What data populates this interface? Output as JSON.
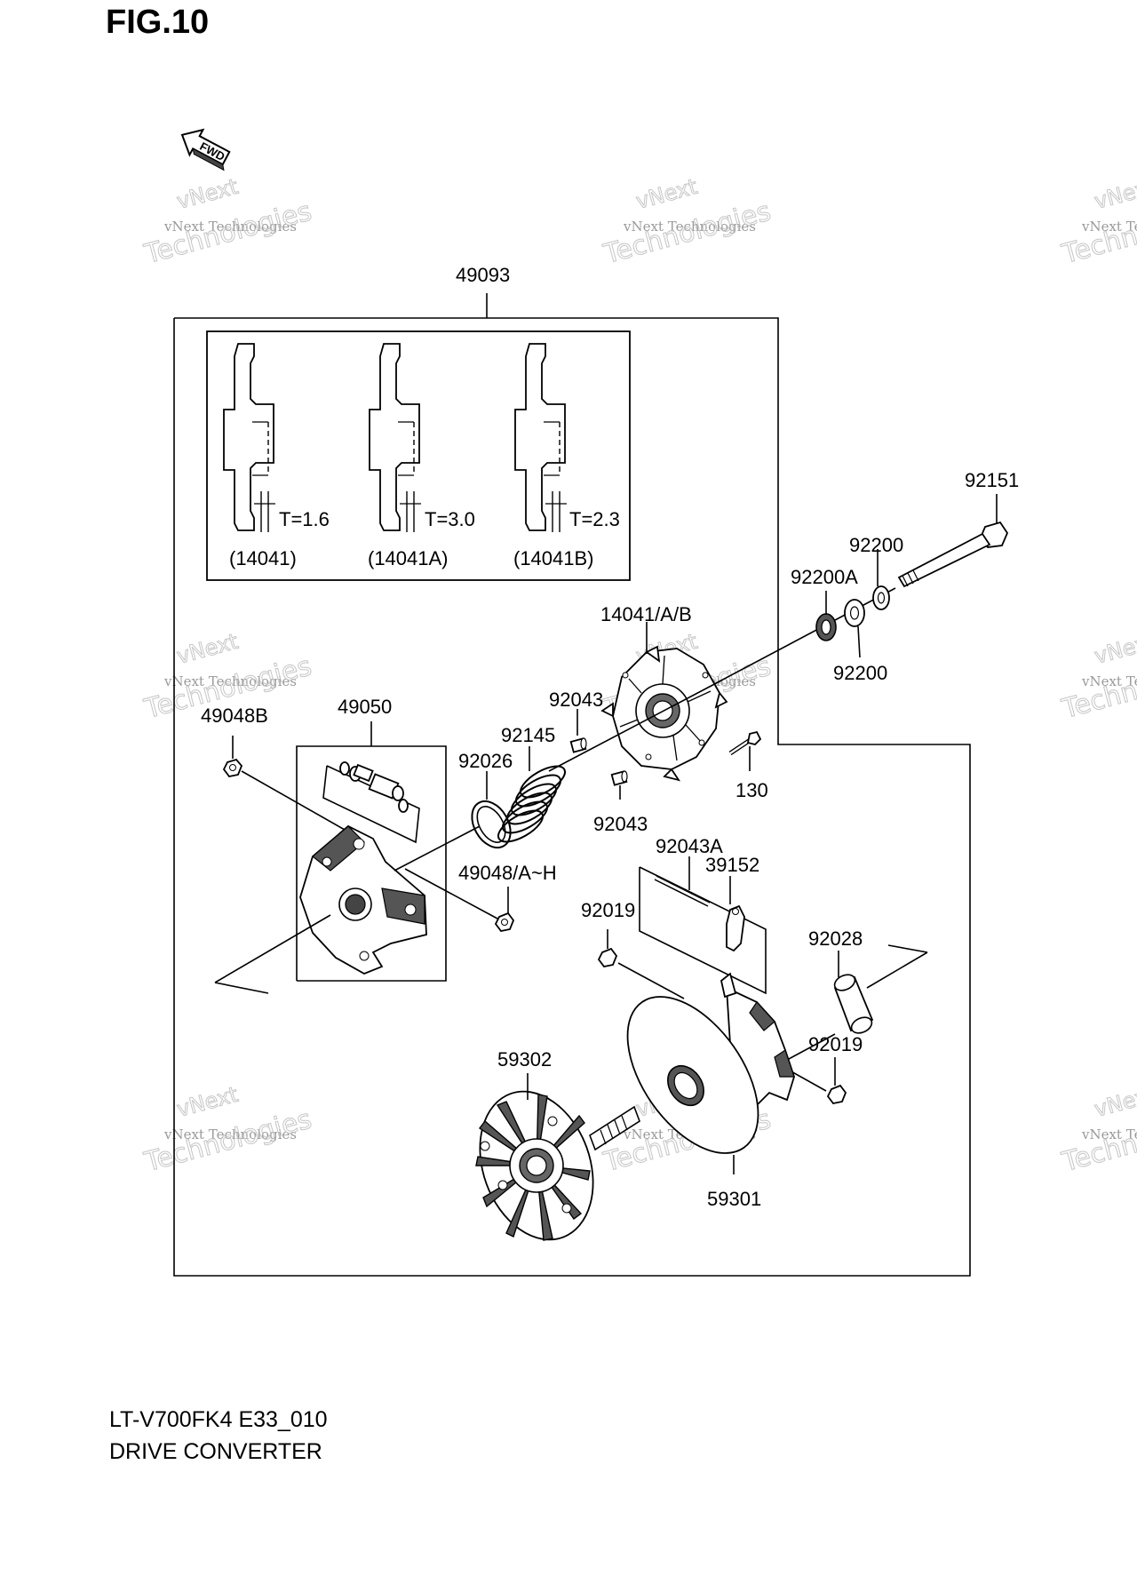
{
  "figure": {
    "title": "FIG.10",
    "model_code": "LT-V700FK4 E33_010",
    "name": "DRIVE CONVERTER",
    "fwd_arrow": "FWD"
  },
  "watermark": {
    "line1": "vNext",
    "line2": "vNext Technologies",
    "line3": "Technologies"
  },
  "assembly_label": "49093",
  "inset": {
    "variants": [
      {
        "thickness": "T=1.6",
        "part": "(14041)"
      },
      {
        "thickness": "T=3.0",
        "part": "(14041A)"
      },
      {
        "thickness": "T=2.3",
        "part": "(14041B)"
      }
    ]
  },
  "callouts": {
    "p92151": "92151",
    "p92200_top": "92200",
    "p92200A": "92200A",
    "p92200_bot": "92200",
    "p14041": "14041/A/B",
    "p92043_top": "92043",
    "p92043_bot": "92043",
    "p130": "130",
    "p92145": "92145",
    "p92026": "92026",
    "p49050": "49050",
    "p49048B": "49048B",
    "p49048AH": "49048/A~H",
    "p92043A": "92043A",
    "p39152": "39152",
    "p92019_top": "92019",
    "p92028": "92028",
    "p92019_bot": "92019",
    "p59302": "59302",
    "p59301": "59301"
  }
}
